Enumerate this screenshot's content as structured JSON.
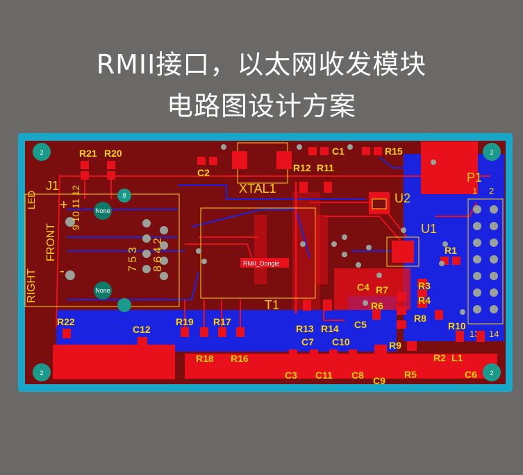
{
  "header": {
    "title_line1": "RMII接口，以太网收发模块",
    "title_line2": "电路图设计方案"
  },
  "colors": {
    "background": "#6b6968",
    "board_frame": "#18a6c9",
    "board_fill": "#7a0d0d",
    "copper_top": "#e8101a",
    "copper_bottom": "#1a24e0",
    "silkscreen": "#ffd400",
    "via": "#9aa09a",
    "mounting_hole": "#1a9a8a"
  },
  "pcb": {
    "mount_hole_label": "2",
    "connector_j1": {
      "ref": "J1",
      "pad_label": "None",
      "pin_label": "8",
      "silk_front": "FRONT",
      "silk_right": "RIGHT",
      "silk_led": "LED",
      "pin_numbers_a": "7 5 3",
      "pin_numbers_b": "8 6 4 2",
      "pin_marks": "9 10 11 12",
      "pin_plus": "+",
      "pin_minus": "-"
    },
    "transformer": {
      "ref": "T1",
      "net_label": "RMII_Dongle"
    },
    "crystal": {
      "ref": "XTAL1"
    },
    "ic_u1": {
      "ref": "U1"
    },
    "ic_u2": {
      "ref": "U2"
    },
    "header_p1": {
      "ref": "P1",
      "pin1": "1",
      "pin2": "2",
      "pin13": "13",
      "pin14": "14"
    },
    "resistors": [
      "R21",
      "R20",
      "R12",
      "R11",
      "R15",
      "R1",
      "R3",
      "R4",
      "R7",
      "R6",
      "R8",
      "R9",
      "R10",
      "R2",
      "R5",
      "R13",
      "R14",
      "R19",
      "R17",
      "R18",
      "R16",
      "R22"
    ],
    "capacitors": [
      "C1",
      "C2",
      "C4",
      "C5",
      "C6",
      "C7",
      "C10",
      "C3",
      "C11",
      "C8",
      "C9",
      "C12"
    ],
    "inductor": "L1"
  }
}
